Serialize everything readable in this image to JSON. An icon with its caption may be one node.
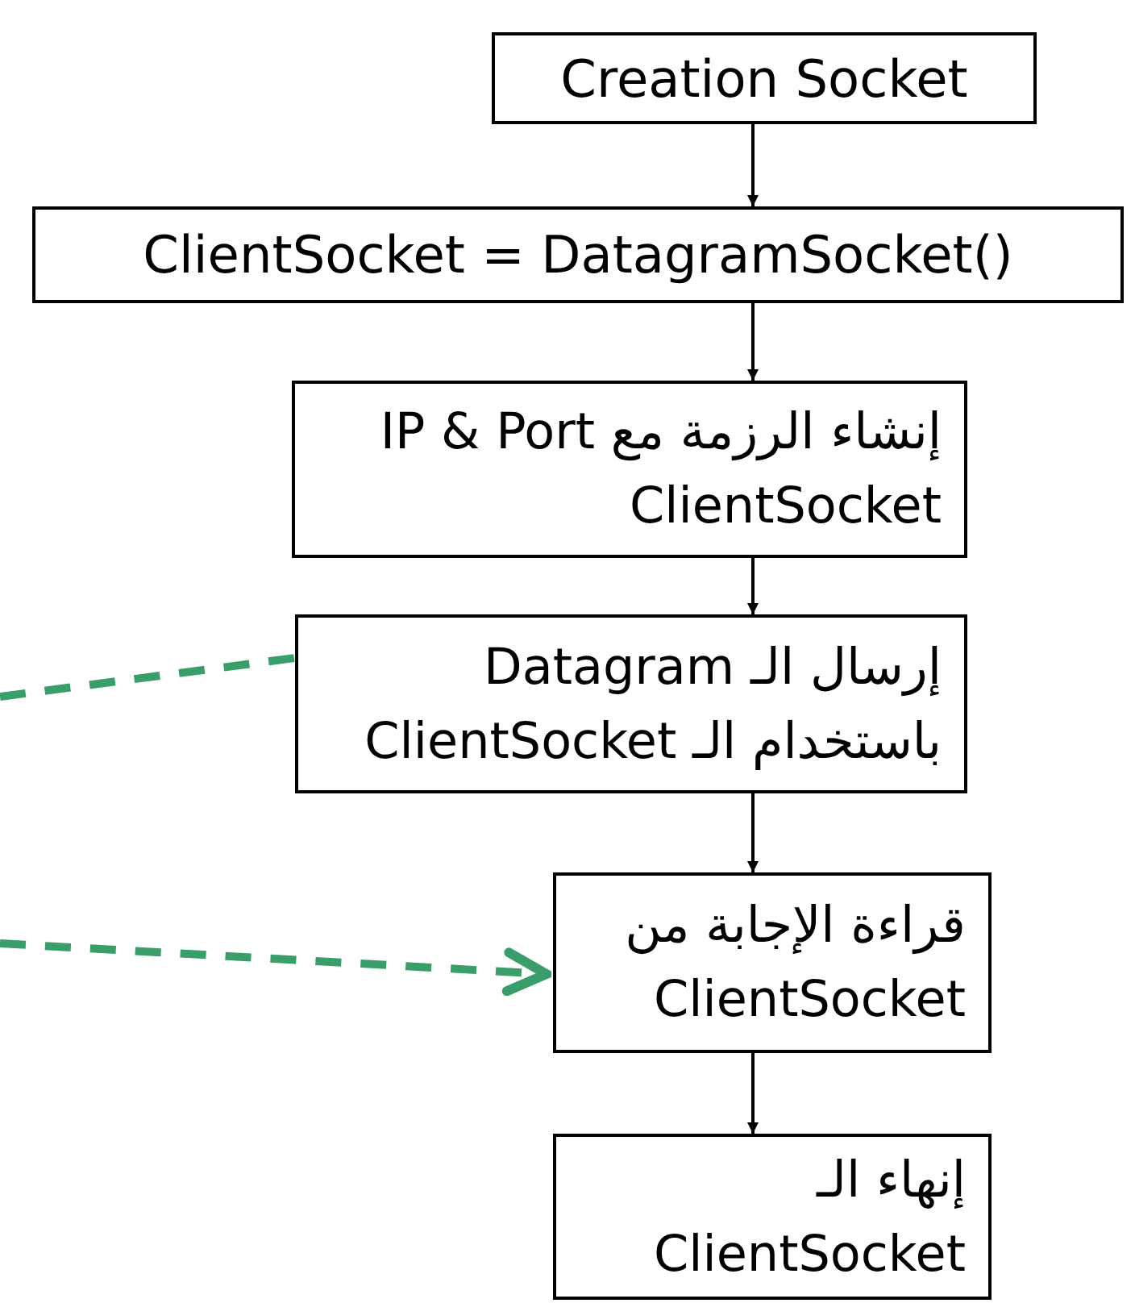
{
  "diagram": {
    "nodes": [
      {
        "text": [
          "Creation Socket"
        ]
      },
      {
        "text": [
          "ClientSocket = DatagramSocket()"
        ]
      },
      {
        "text": [
          "إنشاء الرزمة مع IP & Port ClientSocket"
        ]
      },
      {
        "text": [
          "إرسال الـ Datagram باستخدام الـ ClientSocket"
        ]
      },
      {
        "text": [
          "قراءة الإجابة من ClientSocket"
        ]
      },
      {
        "text": [
          "إنهاء الـ ClientSocket"
        ]
      }
    ],
    "edges": [
      {
        "from": 0,
        "to": 1,
        "arrow": "to"
      },
      {
        "from": 1,
        "to": 2,
        "arrow": "to"
      },
      {
        "from": 2,
        "to": 3,
        "arrow": "to"
      },
      {
        "from": 3,
        "to": 4,
        "arrow": "to"
      },
      {
        "from": 4,
        "to": 5,
        "arrow": "to"
      },
      {
        "from": null,
        "to": 3,
        "arrow": "none",
        "style": "dashed",
        "color": "#3a9e6a"
      },
      {
        "from": null,
        "to": 4,
        "arrow": "to",
        "style": "dashed",
        "color": "#3a9e6a"
      }
    ]
  }
}
